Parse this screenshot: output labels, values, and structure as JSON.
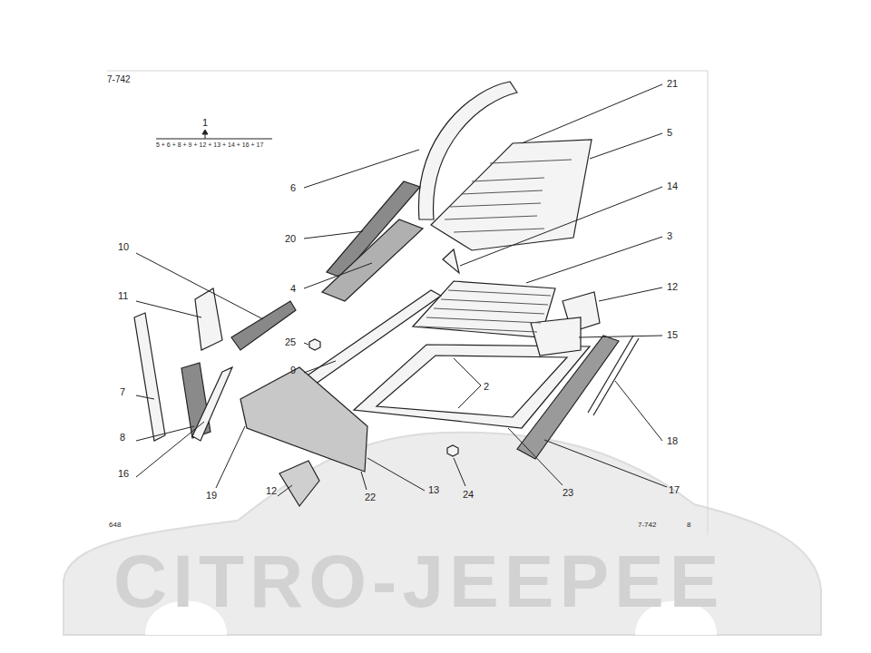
{
  "diagram": {
    "labels": [
      "7-742",
      "1",
      "5 + 6 + 8 + 9 + 12 + 13 + 14 + 16 + 17",
      "21",
      "5",
      "6",
      "14",
      "3",
      "20",
      "12",
      "10",
      "4",
      "11",
      "15",
      "25",
      "2",
      "9",
      "7",
      "18",
      "8",
      "16",
      "19",
      "12",
      "22",
      "13",
      "24",
      "23",
      "17",
      "648",
      "7-742",
      "8",
      "CITRO-JEEPEE"
    ]
  }
}
